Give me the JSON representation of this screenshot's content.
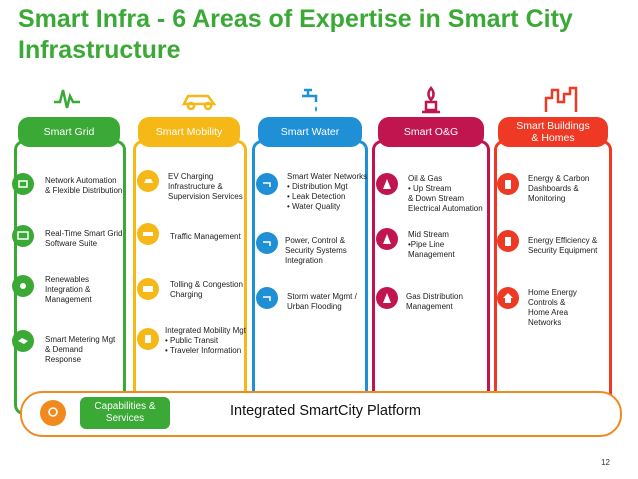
{
  "title": "Smart Infra - 6 Areas of Expertise in Smart City Infrastructure",
  "colors": {
    "grid": "#3aa935",
    "mobility": "#f5b816",
    "water": "#1f8fd6",
    "og": "#c0154f",
    "buildings": "#ee3a24",
    "platform": "#f18a1e"
  },
  "columns": [
    {
      "header": "Smart Grid",
      "top_icon": "electric-wave-icon",
      "items": [
        {
          "icon": "network-plug-icon",
          "text": "Network Automation\n& Flexible Distribution"
        },
        {
          "icon": "monitor-icon",
          "text": "Real-Time Smart Grid\nSoftware Suite"
        },
        {
          "icon": "sun-icon",
          "text": "Renewables\nIntegration &\nManagement"
        },
        {
          "icon": "handshake-icon",
          "text": "Smart Metering Mgt\n& Demand\nResponse"
        }
      ]
    },
    {
      "header": "Smart Mobility",
      "top_icon": "electric-car-icon",
      "items": [
        {
          "icon": "ev-charging-icon",
          "text": "EV Charging\nInfrastructure &\nSupervision Services"
        },
        {
          "icon": "car-icon",
          "text": "Traffic Management"
        },
        {
          "icon": "bus-icon",
          "text": "Tolling & Congestion\nCharging"
        },
        {
          "icon": "transit-icon",
          "text": "Integrated Mobility Mgt\n• Public Transit\n• Traveler Information"
        }
      ]
    },
    {
      "header": "Smart Water",
      "top_icon": "water-tap-icon",
      "items": [
        {
          "icon": "tap-icon",
          "text": "Smart Water Networks\n• Distribution Mgt\n• Leak Detection\n• Water Quality"
        },
        {
          "icon": "tap-icon",
          "text": "Power, Control &\nSecurity Systems\nIntegration"
        },
        {
          "icon": "tap-icon",
          "text": "Storm water Mgmt /\nUrban Flooding"
        }
      ]
    },
    {
      "header": "Smart O&G",
      "top_icon": "oil-flame-icon",
      "items": [
        {
          "icon": "oil-rig-icon",
          "text": "Oil & Gas\n• Up Stream\n& Down Stream\n   Electrical Automation"
        },
        {
          "icon": "oil-rig-icon",
          "text": "Mid Stream\n•Pipe Line\n Management"
        },
        {
          "icon": "oil-rig-icon",
          "text": "Gas Distribution\nManagement"
        }
      ]
    },
    {
      "header": "Smart Buildings\n& Homes",
      "top_icon": "buildings-icon",
      "items": [
        {
          "icon": "building-icon",
          "text": "Energy & Carbon\nDashboards &\nMonitoring"
        },
        {
          "icon": "building-icon",
          "text": "Energy Efficiency &\nSecurity Equipment"
        },
        {
          "icon": "home-icon",
          "text": "Home Energy\nControls &\nHome Area\nNetworks"
        }
      ]
    }
  ],
  "platform": {
    "capabilities": "Capabilities &\nServices",
    "label": "Integrated SmartCity Platform",
    "icon": "head-icon"
  },
  "page_number": "12"
}
